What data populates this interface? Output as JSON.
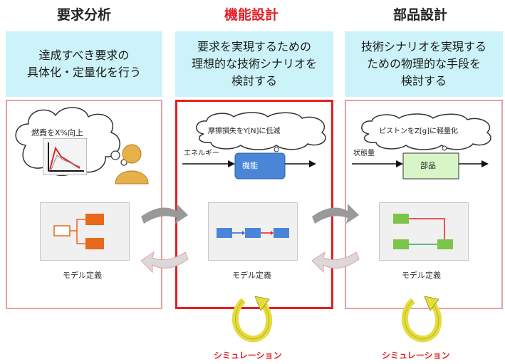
{
  "columns": [
    {
      "heading": "要求分析",
      "description": "達成すべき要求の\n具体化・定量化を行う",
      "bubble": "燃費をX%向上",
      "model_label": "モデル定義"
    },
    {
      "heading": "機能設計",
      "description": "要求を実現するための\n理想的な技術シナリオを\n検討する",
      "bubble": "摩擦損失をY[N]に低減",
      "input_label": "エネルギー",
      "block_label": "機能",
      "model_label": "モデル定義",
      "simulation": "シミュレーション"
    },
    {
      "heading": "部品設計",
      "description": "技術シナリオを実現する\nための物理的な手段を\n検討する",
      "bubble": "ピストンをZ[g]に軽量化",
      "input_label": "状態量",
      "block_label": "部品",
      "model_label": "モデル定義",
      "simulation": "シミュレーション"
    }
  ],
  "colors": {
    "heading_active": "#e8202a",
    "description_bg": "#ccf3f9",
    "panel_border": "#e8a0a0",
    "panel_border_active": "#e32020",
    "function_block": "#4a86d8",
    "part_block": "#d8f5c8",
    "orange_node": "#e8681c",
    "green_node": "#7cc44a",
    "arrow_gray": "#999999"
  },
  "icons": [
    "person-icon",
    "graph-icon",
    "cycle-arrow-icon",
    "cloud-icon"
  ]
}
